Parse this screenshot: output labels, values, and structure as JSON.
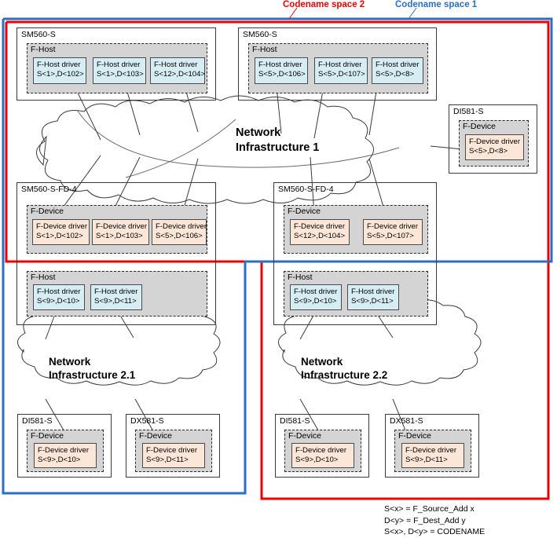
{
  "frames": [
    {
      "label": "Codename space 2",
      "color": "#ee0000"
    },
    {
      "label": "Codename space 1",
      "color": "#2b6fc4"
    }
  ],
  "legend": {
    "lines": [
      "S<x> = F_Source_Add x",
      "D<y> = F_Dest_Add y",
      "S<x>, D<y> = CODENAME"
    ]
  },
  "clouds": [
    {
      "name": "network-infrastructure-1",
      "line1": "Network",
      "line2": "Infrastructure 1"
    },
    {
      "name": "network-infrastructure-2-1",
      "line1": "Network",
      "line2": "Infrastructure 2.1"
    },
    {
      "name": "network-infrastructure-2-2",
      "line1": "Network",
      "line2": "Infrastructure 2.2"
    }
  ],
  "devices": [
    {
      "id": "sm560s-left-top",
      "title": "SM560-S",
      "group": {
        "title": "F-Host",
        "kind": "host"
      },
      "drivers": [
        {
          "role": "F-Host driver",
          "code": "S<1>,D<102>"
        },
        {
          "role": "F-Host driver",
          "code": "S<1>,D<103>"
        },
        {
          "role": "F-Host driver",
          "code": "S<12>,D<104>"
        }
      ]
    },
    {
      "id": "sm560s-right-top",
      "title": "SM560-S",
      "group": {
        "title": "F-Host",
        "kind": "host"
      },
      "drivers": [
        {
          "role": "F-Host driver",
          "code": "S<5>,D<106>"
        },
        {
          "role": "F-Host driver",
          "code": "S<5>,D<107>"
        },
        {
          "role": "F-Host driver",
          "code": "S<5>,D<8>"
        }
      ]
    },
    {
      "id": "di581s-right-top",
      "title": "DI581-S",
      "group": {
        "title": "F-Device",
        "kind": "device"
      },
      "drivers": [
        {
          "role": "F-Device driver",
          "code": "S<5>,D<8>"
        }
      ]
    },
    {
      "id": "sm560s-fd4-left",
      "title": "SM560-S-FD-4",
      "group": {
        "title": "F-Device",
        "kind": "device"
      },
      "drivers": [
        {
          "role": "F-Device driver",
          "code": "S<1>,D<102>"
        },
        {
          "role": "F-Device driver",
          "code": "S<1>,D<103>"
        },
        {
          "role": "F-Device driver",
          "code": "S<5>,D<106>"
        }
      ],
      "group2": {
        "title": "F-Host",
        "kind": "host"
      },
      "drivers2": [
        {
          "role": "F-Host driver",
          "code": "S<9>,D<10>"
        },
        {
          "role": "F-Host driver",
          "code": "S<9>,D<11>"
        }
      ]
    },
    {
      "id": "sm560s-fd4-right",
      "title": "SM560-S-FD-4",
      "group": {
        "title": "F-Device",
        "kind": "device"
      },
      "drivers": [
        {
          "role": "F-Device driver",
          "code": "S<12>,D<104>"
        },
        {
          "role": "F-Device driver",
          "code": "S<5>,D<107>"
        }
      ],
      "group2": {
        "title": "F-Host",
        "kind": "host"
      },
      "drivers2": [
        {
          "role": "F-Host driver",
          "code": "S<9>,D<10>"
        },
        {
          "role": "F-Host driver",
          "code": "S<9>,D<11>"
        }
      ]
    },
    {
      "id": "di581s-bottom-left",
      "title": "DI581-S",
      "group": {
        "title": "F-Device",
        "kind": "device"
      },
      "drivers": [
        {
          "role": "F-Device driver",
          "code": "S<9>,D<10>"
        }
      ]
    },
    {
      "id": "dx581s-bottom-left",
      "title": "DX581-S",
      "group": {
        "title": "F-Device",
        "kind": "device"
      },
      "drivers": [
        {
          "role": "F-Device driver",
          "code": "S<9>,D<11>"
        }
      ]
    },
    {
      "id": "di581s-bottom-right",
      "title": "DI581-S",
      "group": {
        "title": "F-Device",
        "kind": "device"
      },
      "drivers": [
        {
          "role": "F-Device driver",
          "code": "S<9>,D<10>"
        }
      ]
    },
    {
      "id": "dx581s-bottom-right",
      "title": "DX581-S",
      "group": {
        "title": "F-Device",
        "kind": "device"
      },
      "drivers": [
        {
          "role": "F-Device driver",
          "code": "S<9>,D<11>"
        }
      ]
    }
  ],
  "colors": {
    "codename_space_2": "#ee0000",
    "codename_space_1": "#2b6fc4",
    "host_driver_fill": "#d7edf4",
    "device_driver_fill": "#fbe6d8",
    "group_fill": "#d4d4d4"
  }
}
